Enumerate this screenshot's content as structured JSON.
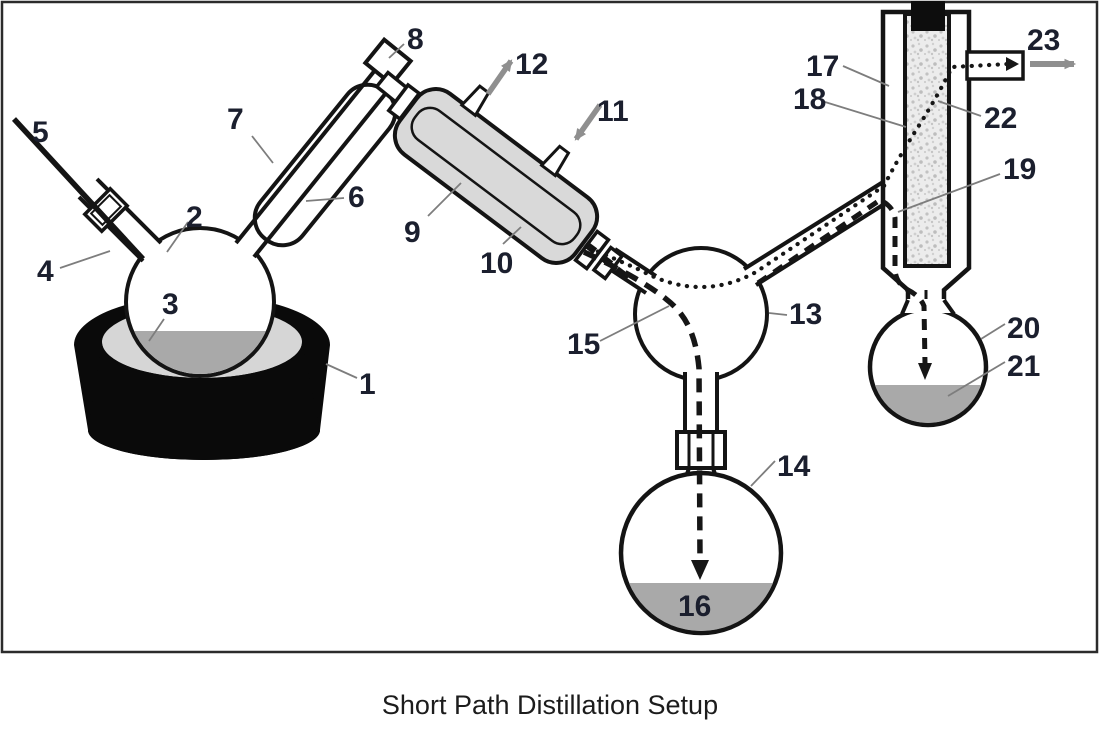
{
  "diagram": {
    "title": "Short Path Distillation Setup",
    "labels": [
      {
        "n": "1"
      },
      {
        "n": "2"
      },
      {
        "n": "3"
      },
      {
        "n": "4"
      },
      {
        "n": "5"
      },
      {
        "n": "6"
      },
      {
        "n": "7"
      },
      {
        "n": "8"
      },
      {
        "n": "9"
      },
      {
        "n": "10"
      },
      {
        "n": "11"
      },
      {
        "n": "12"
      },
      {
        "n": "13"
      },
      {
        "n": "14"
      },
      {
        "n": "15"
      },
      {
        "n": "16"
      },
      {
        "n": "17"
      },
      {
        "n": "18"
      },
      {
        "n": "19"
      },
      {
        "n": "20"
      },
      {
        "n": "21"
      },
      {
        "n": "22"
      },
      {
        "n": "23"
      }
    ]
  },
  "colors": {
    "mantle_black": "#0a0a0a",
    "condenser_gray": "#d9d9d9",
    "liquid_gray": "#a9a9a9",
    "mouth_rim_gray": "#d6d6d6",
    "packing_gray": "#ececec",
    "flow_arrow_gray": "#8f8f8f",
    "leader_gray": "#7d7d7d",
    "line_black": "#141414",
    "label_color": "#1b1f2e"
  }
}
